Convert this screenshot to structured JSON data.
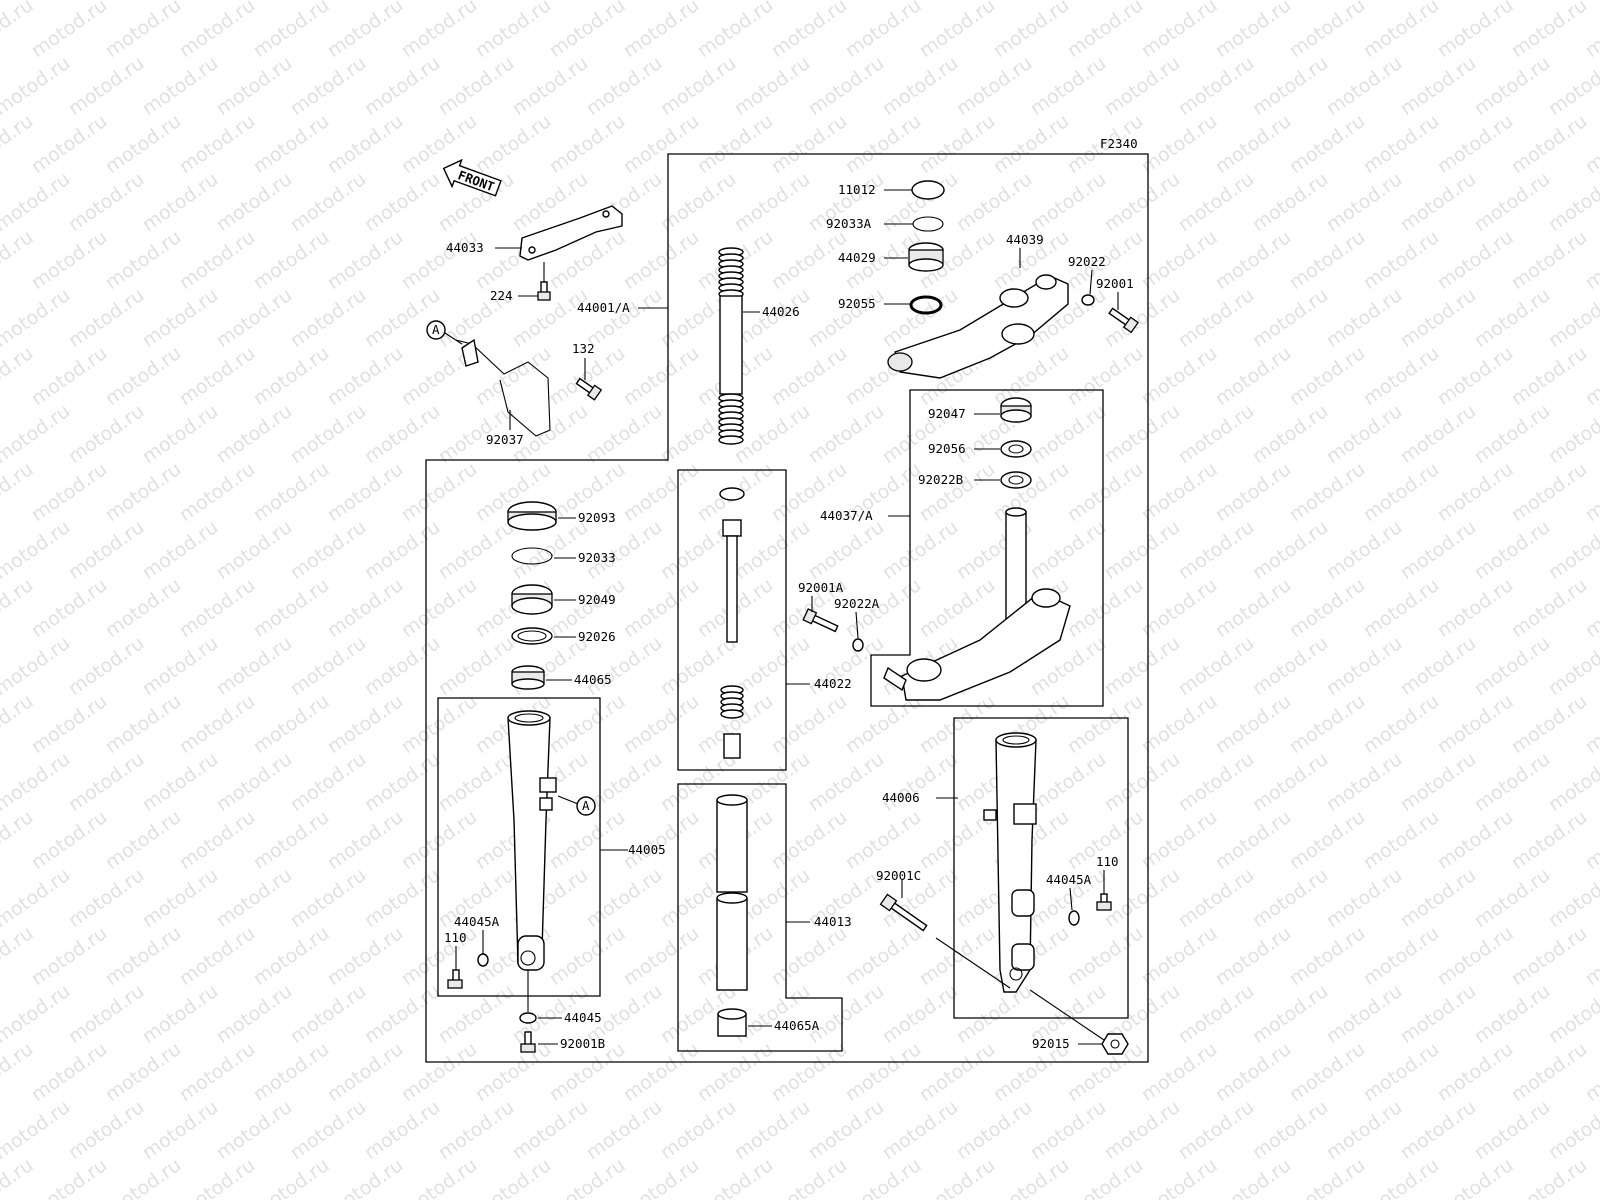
{
  "diagram_code": "F2340",
  "front_label": "FRONT",
  "watermark_text": "motod.ru",
  "ref_mark": "A",
  "labels": {
    "l11012": "11012",
    "l92033A": "92033A",
    "l44029": "44029",
    "l92055": "92055",
    "l44039": "44039",
    "l92022": "92022",
    "l92001": "92001",
    "l44033": "44033",
    "l224": "224",
    "l44001A": "44001/A",
    "l44026": "44026",
    "l132": "132",
    "l92037": "92037",
    "l92047": "92047",
    "l92056": "92056",
    "l92022B": "92022B",
    "l44037A": "44037/A",
    "l92001A": "92001A",
    "l92022A": "92022A",
    "l92093": "92093",
    "l92033": "92033",
    "l92049": "92049",
    "l92026": "92026",
    "l44065": "44065",
    "l44022": "44022",
    "l44005": "44005",
    "l44006": "44006",
    "l44013": "44013",
    "l44045Aleft": "44045A",
    "l110left": "110",
    "l44045": "44045",
    "l92001B": "92001B",
    "l44065A": "44065A",
    "l92001C": "92001C",
    "l44045Aright": "44045A",
    "l110right": "110",
    "l92015": "92015"
  }
}
